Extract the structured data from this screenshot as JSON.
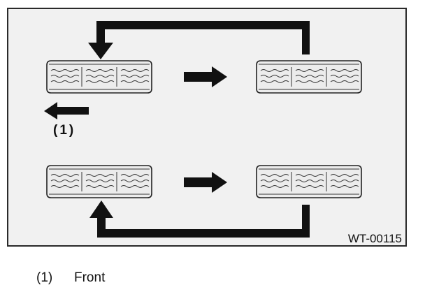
{
  "diagram": {
    "front_marker_label": "(1)",
    "figure_code": "WT-00115"
  },
  "legend": {
    "number": "(1)",
    "text": "Front"
  },
  "colors": {
    "frame_background": "#f1f1f1",
    "frame_border": "#2a2a2a",
    "arrow": "#111111",
    "tire_fill": "#ececec",
    "tire_outline": "#222222"
  },
  "icons": [
    "tire-icon",
    "arrow-right-icon",
    "arrow-left-icon",
    "rotation-arrow-icon"
  ]
}
